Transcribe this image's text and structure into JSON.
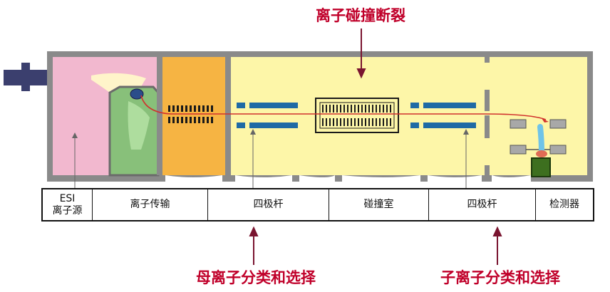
{
  "annotations": {
    "top": "离子碰撞断裂",
    "bottom_left": "母离子分类和选择",
    "bottom_right": "子离子分类和选择"
  },
  "stages": [
    {
      "label": "ESI\n离子源"
    },
    {
      "label": "离子传输"
    },
    {
      "label": "四极杆"
    },
    {
      "label": "碰撞室"
    },
    {
      "label": "四极杆"
    },
    {
      "label": "检测器"
    }
  ],
  "colors": {
    "annotation": "#c0002a",
    "source": "#f2b8cf",
    "transfer_green": "#88c07a",
    "transfer_orange": "#f6b443",
    "analyzer": "#fdf6a8",
    "rods": "#1f6aa5",
    "housing": "#8a8a8a",
    "beam": "#d0312d"
  }
}
